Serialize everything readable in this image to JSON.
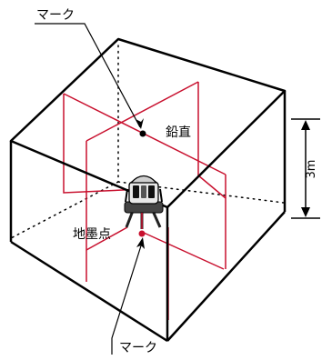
{
  "labels": {
    "mark_top": "マーク",
    "vertical": "鉛直",
    "ground_point": "地墨点",
    "height": "3m",
    "mark_bottom": "マーク"
  },
  "colors": {
    "laser": "#c8102e",
    "outline": "#000000",
    "dot_red": "#c8102e",
    "dot_black": "#000000"
  },
  "icons": {
    "device": "laser-level-icon"
  }
}
